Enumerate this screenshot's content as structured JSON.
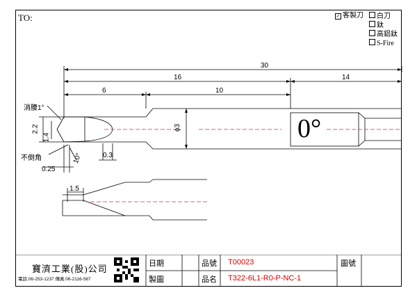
{
  "header": {
    "to_label": "TO:",
    "options": [
      {
        "label": "客製刀",
        "checked": true
      },
      {
        "label": "白刀",
        "checked": false
      },
      {
        "label": "鈦",
        "checked": false
      },
      {
        "label": "高鋁鈦",
        "checked": false
      },
      {
        "label": "S-Fire",
        "checked": false
      }
    ]
  },
  "dimensions": {
    "overall": "30",
    "d16": "16",
    "d14": "14",
    "d6": "6",
    "d10": "10",
    "dia22": "2.2",
    "dia14": "1.4",
    "dia3": "ϕ3",
    "angle10": "10°",
    "d03": "0.3",
    "d025": "0.25",
    "d15": "1.5",
    "angle0": "0°"
  },
  "notes": {
    "relief": "消腰1°",
    "no_chamfer": "不倒角"
  },
  "title_block": {
    "company": "寶濟工業(股)公司",
    "contact": "電話:06-253-1237 傳真:06-2116-567",
    "date_label": "日期",
    "drawn_label": "製圖",
    "part_no_label": "品號",
    "part_no": "T00023",
    "part_name_label": "品名",
    "part_name": "T322-6L1-R0-P-NC-1",
    "drawing_no_label": "圖號"
  },
  "colors": {
    "red_value": "#d40000",
    "center_line": "#cc3333"
  }
}
